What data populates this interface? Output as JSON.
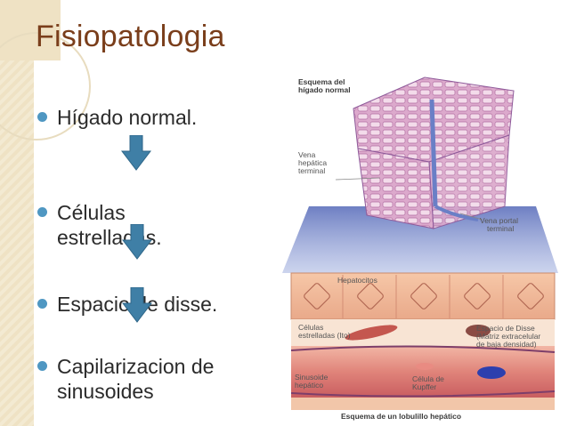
{
  "slide": {
    "title": "Fisiopatologia",
    "bullets": [
      {
        "lines": [
          "Hígado normal."
        ]
      },
      {
        "lines": [
          "Células",
          "estrelladas."
        ]
      },
      {
        "lines": [
          "Espacio de disse."
        ]
      },
      {
        "lines": [
          "Capilarizacion de",
          "sinusoides"
        ]
      }
    ]
  },
  "figure": {
    "caption_top": [
      "Esquema del",
      "hígado normal"
    ],
    "vena_hepatica": [
      "Vena",
      "hepática",
      "terminal"
    ],
    "vena_portal": [
      "Vena portal",
      "terminal"
    ],
    "hepatocitos": "Hepatocitos",
    "celulas_estrelladas": [
      "Células",
      "estrelladas (Ito)"
    ],
    "espacio_disse": [
      "Espacio de Disse",
      "(Matriz extracelular",
      "de baja densidad)"
    ],
    "sinusoide": [
      "Sinusoide",
      "hepático"
    ],
    "kupffer": [
      "Célula de",
      "Kupffer"
    ],
    "caption_bottom": "Esquema de un lobulillo hepático"
  },
  "colors": {
    "title": "#7a3e1b",
    "bullet": "#4f97c2",
    "arrow": "#3f7fa6",
    "stripe": "#efe2c4"
  }
}
